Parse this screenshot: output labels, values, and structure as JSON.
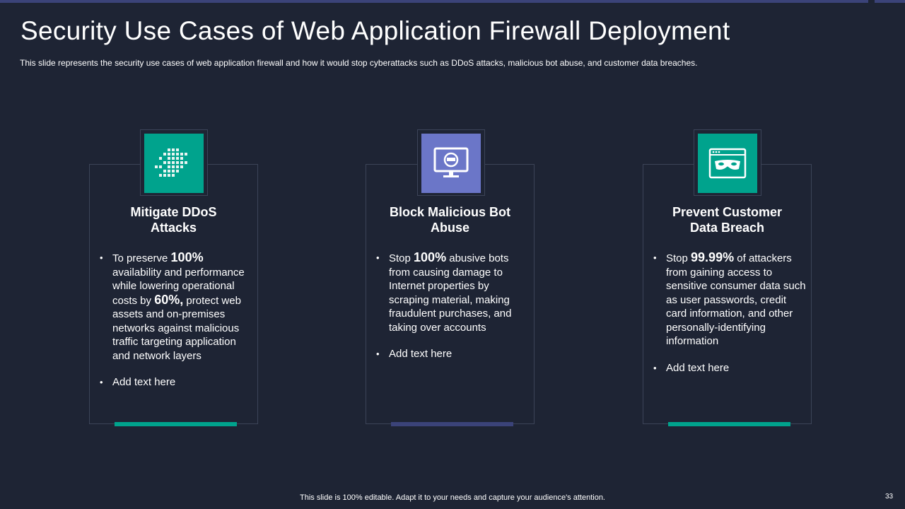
{
  "title": "Security Use Cases of Web Application Firewall Deployment",
  "subtitle": "This slide represents the security use cases of web application firewall  and how it would stop cyberattacks such as DDoS attacks, malicious bot abuse, and customer data breaches.",
  "colors": {
    "background": "#1e2434",
    "teal": "#00a38d",
    "purple": "#6b76c8",
    "navy_accent": "#3b4379"
  },
  "cards": [
    {
      "title": "Mitigate DDoS Attacks",
      "icon": "ddos-icon",
      "b1_pre": "To preserve ",
      "b1_num": "100%",
      "b1_mid": " availability and performance while lowering operational costs by ",
      "b1_num2": "60%,",
      "b1_post": " protect web assets and on-premises networks against malicious traffic targeting application and network layers",
      "b2": "Add text here"
    },
    {
      "title": "Block Malicious Bot Abuse",
      "icon": "bot-monitor-icon",
      "b1_pre": "Stop ",
      "b1_num": "100%",
      "b1_post": " abusive bots from causing damage to Internet  properties by scraping material, making fraudulent purchases, and taking over accounts",
      "b2": "Add text here"
    },
    {
      "title": "Prevent Customer Data Breach",
      "icon": "masked-browser-icon",
      "b1_pre": "Stop ",
      "b1_num": "99.99%",
      "b1_post": " of attackers from gaining access to sensitive consumer data such as user passwords, credit card information, and other personally-identifying information",
      "b2": "Add text here"
    }
  ],
  "footer": "This slide is 100% editable. Adapt it to your needs and capture your audience's attention.",
  "page_number": "33"
}
